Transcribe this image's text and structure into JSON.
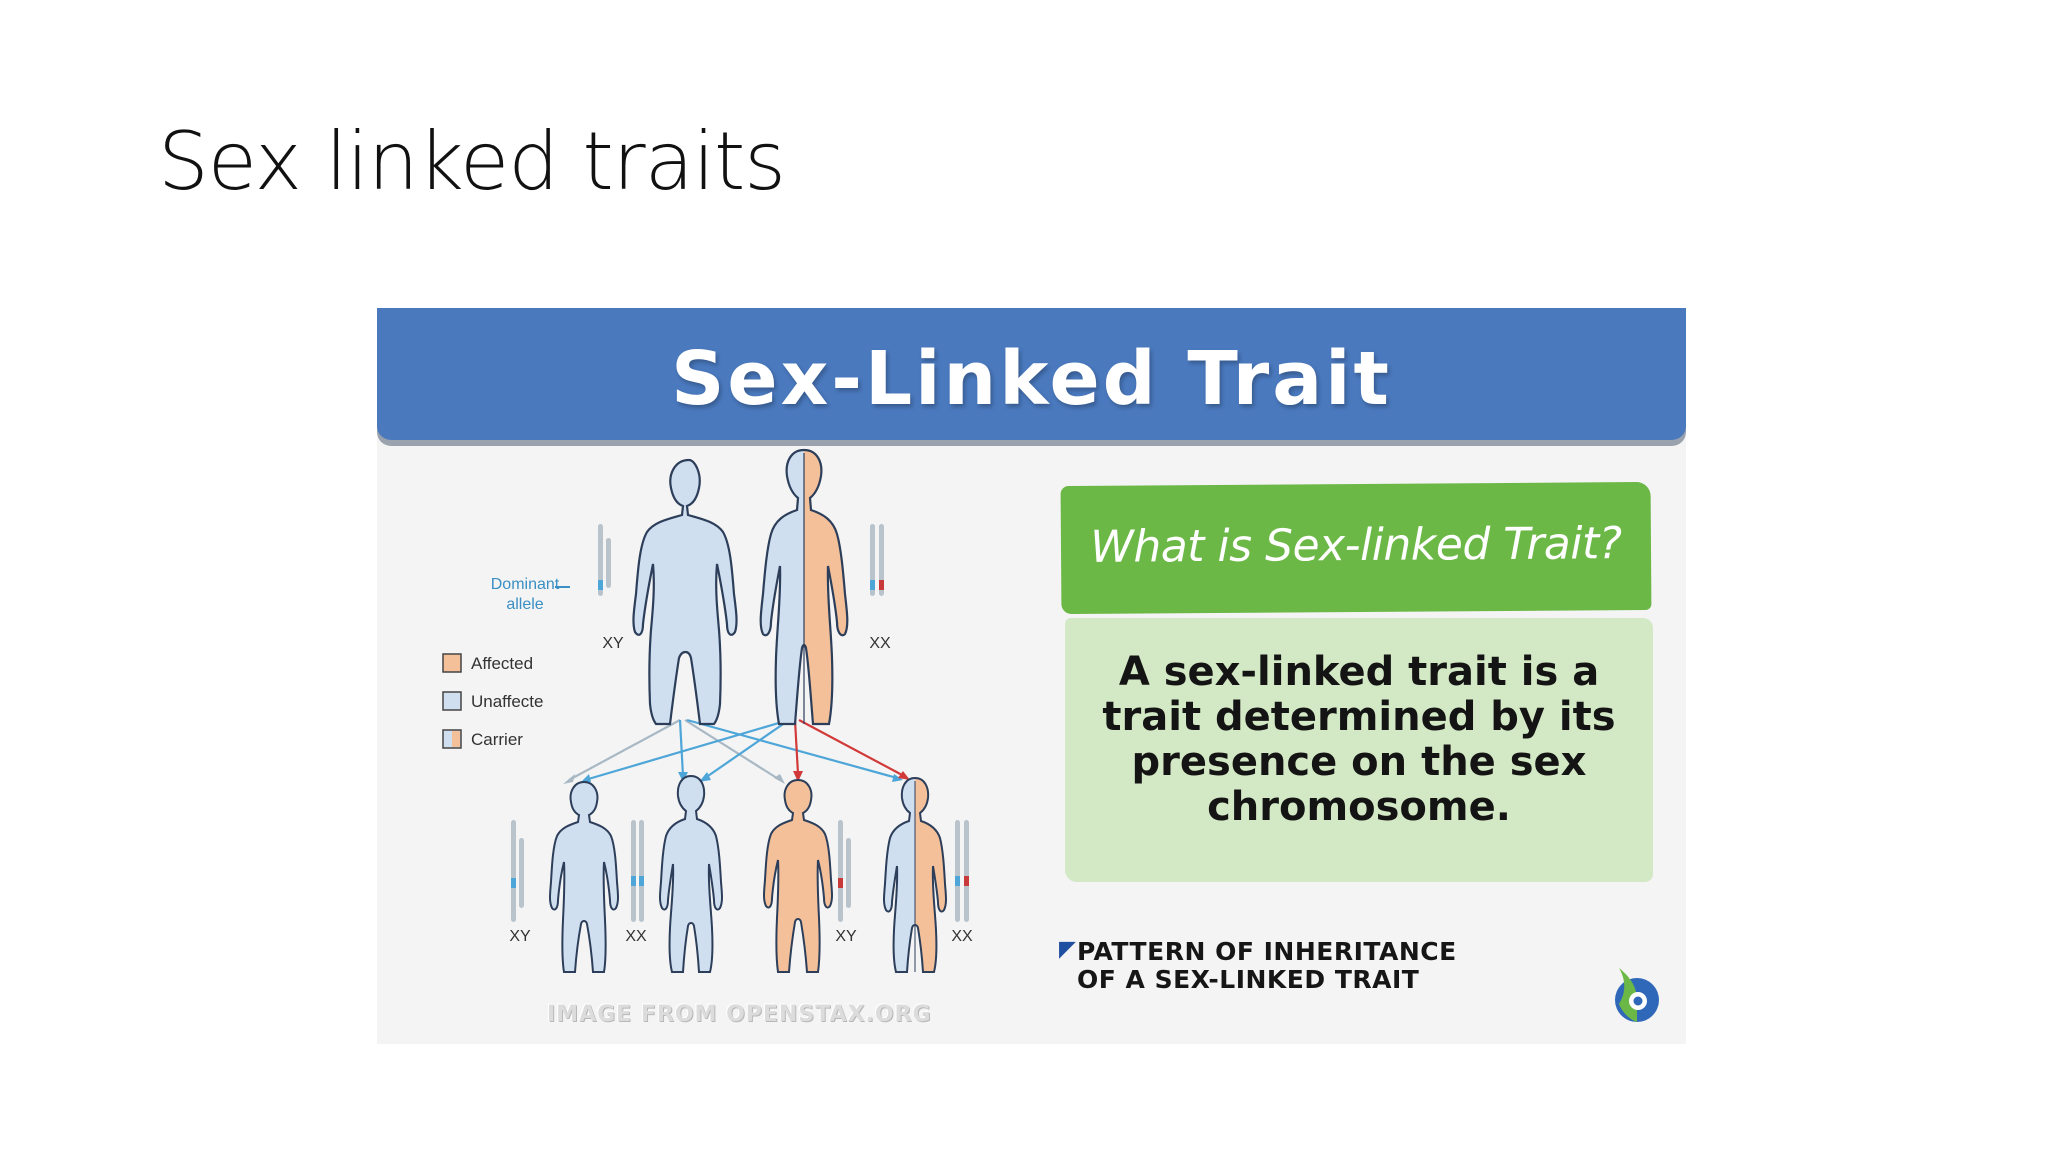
{
  "slide": {
    "title": "Sex linked traits"
  },
  "infographic": {
    "banner_title": "Sex-Linked Trait",
    "question_heading": "What is Sex-linked Trait?",
    "definition": "A sex-linked trait is a trait determined by its presence on the sex chromosome.",
    "caption_line1": "PATTERN OF INHERITANCE",
    "caption_line2": "OF A SEX-LINKED TRAIT",
    "credit": "IMAGE FROM OPENSTAX.ORG",
    "logo_icon": "brand-swirl-icon"
  },
  "diagram": {
    "dominant_allele_line1": "Dominant",
    "dominant_allele_line2": "allele",
    "legend": [
      {
        "label": "Affected",
        "color": "#f3c09a"
      },
      {
        "label": "Unaffecte",
        "color": "#cfdff0"
      },
      {
        "label": "Carrier",
        "color": "#cfdff0"
      }
    ],
    "parents": [
      {
        "genotype": "XY",
        "status": "unaffected"
      },
      {
        "genotype": "XX",
        "status": "carrier"
      }
    ],
    "children": [
      {
        "genotype": "XY",
        "status": "unaffected"
      },
      {
        "genotype": "XX",
        "status": "unaffected"
      },
      {
        "genotype": "XY",
        "status": "affected"
      },
      {
        "genotype": "XX",
        "status": "carrier"
      }
    ],
    "colors": {
      "unaffected": "#cfdff0",
      "affected": "#f3c09a",
      "outline": "#2c3e5a",
      "arrow_grey": "#a8b8c4",
      "arrow_blue": "#4ea6d8",
      "arrow_red": "#d23a3a",
      "allele_blue": "#4ea6d8",
      "allele_red": "#c83a3a"
    }
  }
}
